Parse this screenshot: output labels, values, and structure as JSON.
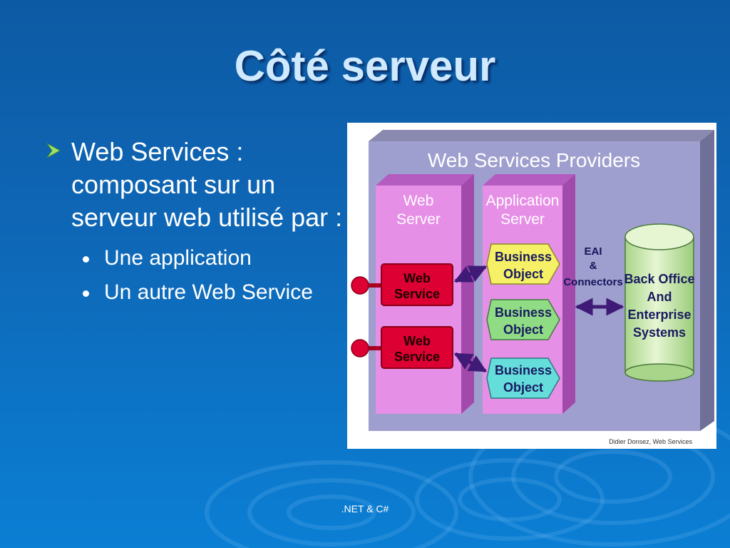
{
  "slide": {
    "title": "Côté serveur",
    "footer": ".NET & C#"
  },
  "content": {
    "bullet": "Web Services : composant sur un serveur web utilisé par :",
    "sub_bullets": [
      "Une application",
      "Un autre Web Service"
    ]
  },
  "diagram": {
    "heading": "Web Services Providers",
    "web_server_label": [
      "Web",
      "Server"
    ],
    "app_server_label": [
      "Application",
      "Server"
    ],
    "web_service_label": [
      "Web",
      "Service"
    ],
    "business_object_label": [
      "Business",
      "Object"
    ],
    "eai_label": [
      "EAI",
      "&",
      "Connectors"
    ],
    "back_office_label": [
      "Back Office",
      "And",
      "Enterprise",
      "Systems"
    ],
    "credit": "Didier Donsez, Web Services"
  },
  "colors": {
    "title": "#cfe9ff",
    "bullet_arrow": "#9de26a",
    "web_service": "#dd0033",
    "business_yellow": "#f5f065",
    "business_green": "#8fdc84",
    "business_cyan": "#65dddb",
    "cylinder": "#c6e6a6",
    "arrow": "#3f1a76"
  },
  "icons": {
    "bullet": "arrowhead-bullet-icon",
    "sub_bullet": "round-dot-icon"
  }
}
